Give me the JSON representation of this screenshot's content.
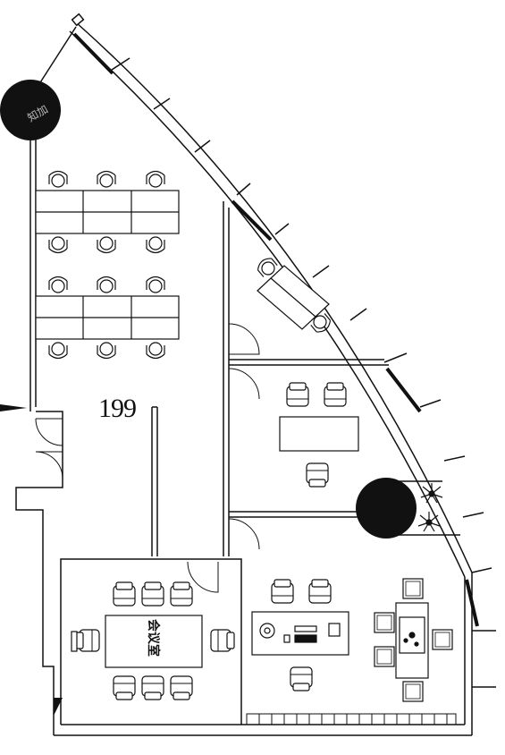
{
  "floor_plan": {
    "area_label": "199",
    "meeting_room_label": "会议室",
    "watermark": "知加"
  }
}
